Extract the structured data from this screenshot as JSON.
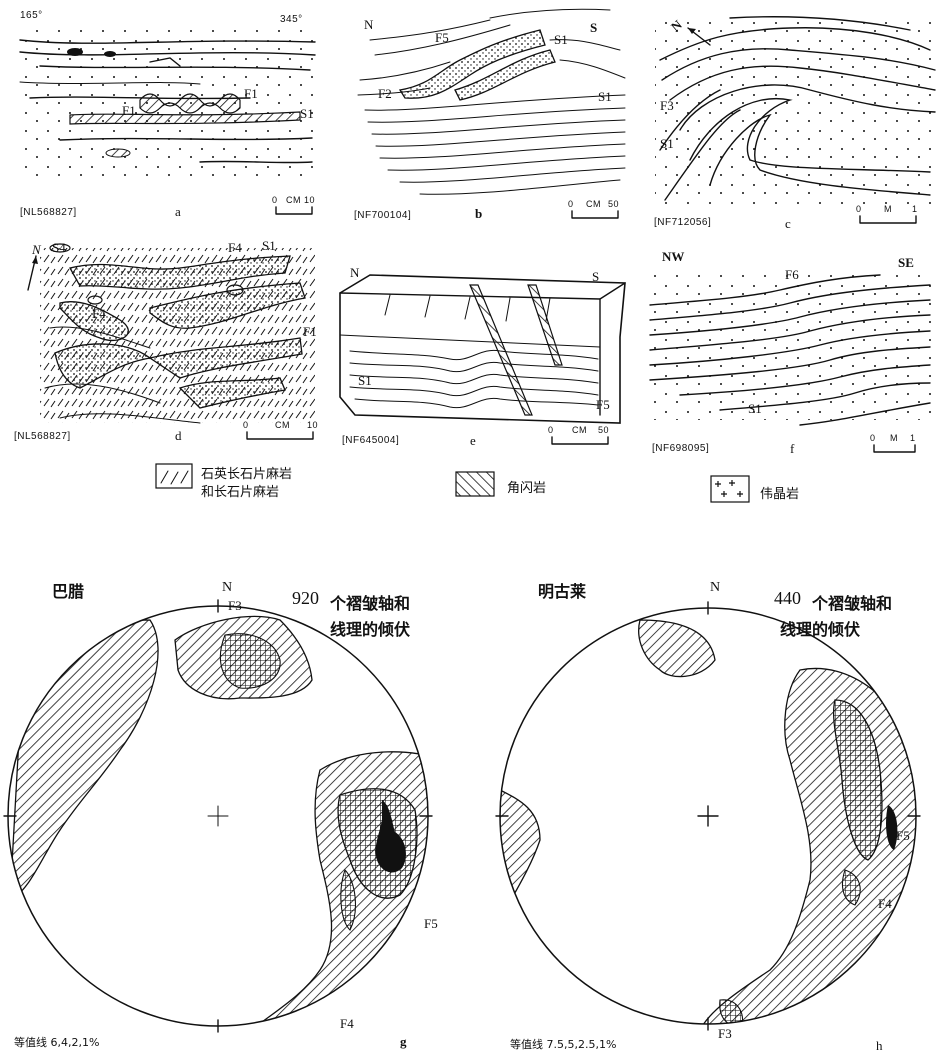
{
  "panels": {
    "a": {
      "letter": "a",
      "ref": "[NL568827]",
      "az_left": "165°",
      "az_right": "345°",
      "labels": [
        "F1",
        "F1",
        "S1"
      ],
      "scale_min": "0",
      "scale_unit": "CM",
      "scale_max": "10"
    },
    "b": {
      "letter": "b",
      "ref": "[NF700104]",
      "dir_left": "N",
      "dir_right": "S",
      "labels": [
        "F5",
        "S1",
        "F2",
        "S1"
      ],
      "scale_min": "0",
      "scale_unit": "CM",
      "scale_max": "50"
    },
    "c": {
      "letter": "c",
      "ref": "[NF712056]",
      "dir": "N",
      "labels": [
        "F3",
        "S1"
      ],
      "scale_min": "0",
      "scale_unit": "M",
      "scale_max": "1"
    },
    "d": {
      "letter": "d",
      "ref": "[NL568827]",
      "dir": "N",
      "labels": [
        "S4",
        "F4",
        "S1",
        "F4",
        "F1"
      ],
      "scale_min": "0",
      "scale_unit": "CM",
      "scale_max": "10"
    },
    "e": {
      "letter": "e",
      "ref": "[NF645004]",
      "dir_left": "N",
      "dir_right": "S",
      "labels": [
        "S1",
        "F5"
      ],
      "scale_min": "0",
      "scale_unit": "CM",
      "scale_max": "50"
    },
    "f": {
      "letter": "f",
      "ref": "[NF698095]",
      "dir_left": "NW",
      "dir_right": "SE",
      "labels": [
        "F6",
        "S1"
      ],
      "scale_min": "0",
      "scale_unit": "M",
      "scale_max": "1"
    }
  },
  "legend": [
    {
      "text1": "石英长石片麻岩",
      "text2": "和长石片麻岩",
      "pattern": "diagonal-dash"
    },
    {
      "text1": "角闪岩",
      "text2": "",
      "pattern": "hatched"
    },
    {
      "text1": "伟晶岩",
      "text2": "",
      "pattern": "crosses"
    }
  ],
  "stereonets": {
    "g": {
      "letter": "g",
      "region": "巴腊",
      "north": "N",
      "caption_count": "920",
      "caption_line1": "个褶皱轴和",
      "caption_line2": "线理的倾伏",
      "labels": [
        "F3",
        "F5",
        "F4"
      ],
      "contours": "等值线 6,4,2,1%"
    },
    "h": {
      "letter": "h",
      "region": "明古莱",
      "north": "N",
      "caption_count": "440",
      "caption_line1": "个褶皱轴和",
      "caption_line2": "线理的倾伏",
      "labels": [
        "F5",
        "F4",
        "F3"
      ],
      "contours": "等值线 7.5,5,2.5,1%"
    }
  },
  "colors": {
    "ink": "#111111",
    "paper": "#ffffff"
  }
}
